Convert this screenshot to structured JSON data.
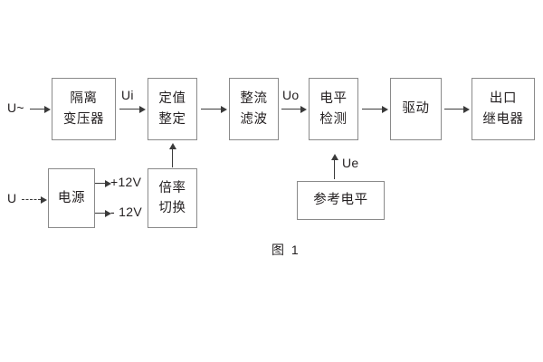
{
  "diagram": {
    "caption": "图 1",
    "blocks": [
      {
        "id": "isolation-transformer",
        "lines": [
          "隔离",
          "变压器"
        ]
      },
      {
        "id": "setting-value",
        "lines": [
          "定值",
          "整定"
        ]
      },
      {
        "id": "rectify-filter",
        "lines": [
          "整流",
          "滤波"
        ]
      },
      {
        "id": "level-detection",
        "lines": [
          "电平",
          "检测"
        ]
      },
      {
        "id": "drive",
        "lines": [
          "驱动"
        ]
      },
      {
        "id": "output-relay",
        "lines": [
          "出口",
          "继电器"
        ]
      },
      {
        "id": "power-supply",
        "lines": [
          "电源"
        ]
      },
      {
        "id": "multiplier-switch",
        "lines": [
          "倍率",
          "切换"
        ]
      },
      {
        "id": "reference-level",
        "lines": [
          "参考电平"
        ]
      }
    ],
    "labels": {
      "input_ac": "U~",
      "input_dc": "U",
      "ui": "Ui",
      "uo": "Uo",
      "ue": "Ue",
      "plus12v": "+12V",
      "minus12v": "- 12V"
    }
  },
  "colors": {
    "box_border": "#8a8a8a",
    "arrow": "#3a3a3a",
    "text": "#231f20",
    "background": "#ffffff"
  }
}
